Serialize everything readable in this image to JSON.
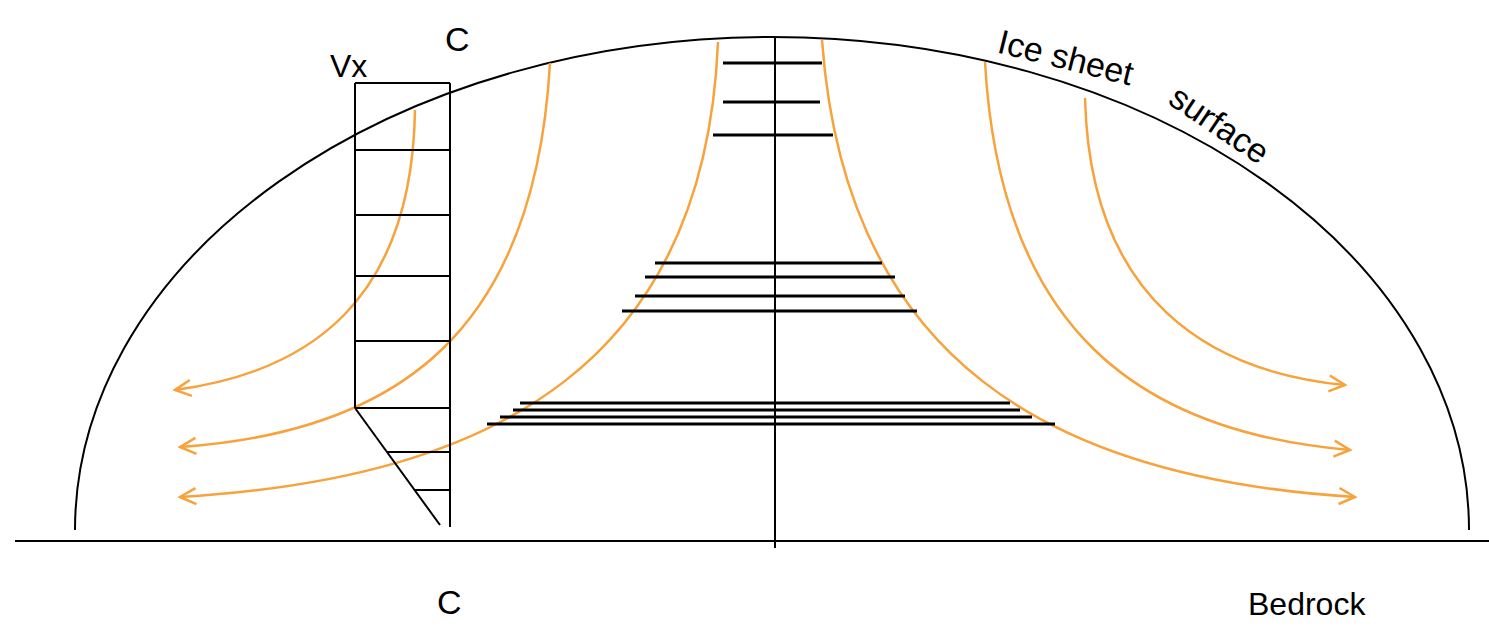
{
  "diagram": {
    "labels": [
      "Vx",
      "C",
      "C",
      "Ice sheet",
      "surface",
      "Bedrock"
    ]
  }
}
